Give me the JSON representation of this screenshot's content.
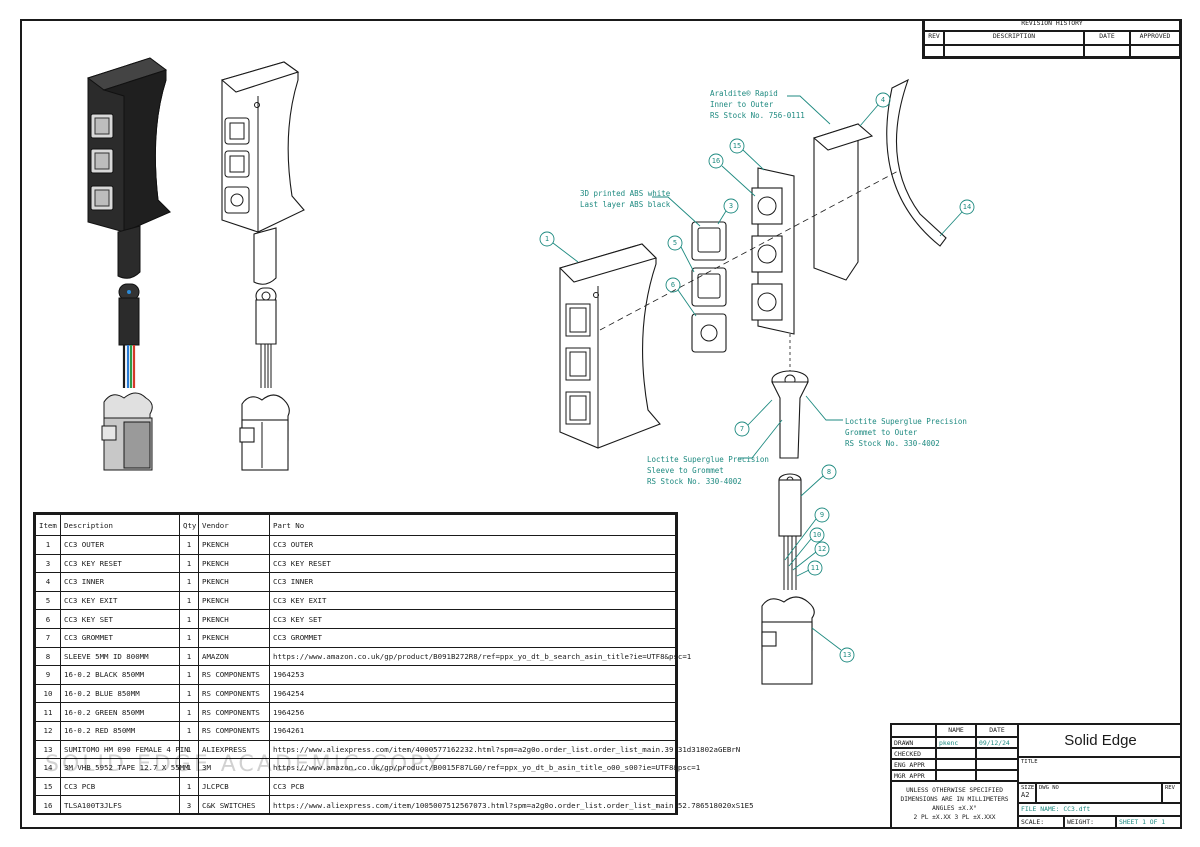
{
  "revision": {
    "title": "REVISION HISTORY",
    "headers": [
      "REV",
      "DESCRIPTION",
      "DATE",
      "APPROVED"
    ]
  },
  "notes": {
    "araldite": [
      "Araldite® Rapid",
      "Inner to Outer",
      "RS Stock No. 756-0111"
    ],
    "printed": [
      "3D printed ABS white",
      "Last layer ABS black"
    ],
    "loctite_grommet": [
      "Loctite Superglue Precision",
      "Grommet to Outer",
      "RS Stock No. 330-4002"
    ],
    "loctite_sleeve": [
      "Loctite Superglue Precision",
      "Sleeve to Grommet",
      "RS Stock No. 330-4002"
    ]
  },
  "callouts": [
    "1",
    "3",
    "4",
    "5",
    "6",
    "7",
    "8",
    "9",
    "10",
    "11",
    "12",
    "13",
    "14",
    "15",
    "16"
  ],
  "bom": {
    "headers": [
      "Item",
      "Description",
      "Qty",
      "Vendor",
      "Part No"
    ],
    "rows": [
      [
        "1",
        "CC3 OUTER",
        "1",
        "PKENCH",
        "CC3 OUTER"
      ],
      [
        "3",
        "CC3 KEY RESET",
        "1",
        "PKENCH",
        "CC3 KEY RESET"
      ],
      [
        "4",
        "CC3 INNER",
        "1",
        "PKENCH",
        "CC3 INNER"
      ],
      [
        "5",
        "CC3 KEY EXIT",
        "1",
        "PKENCH",
        "CC3 KEY EXIT"
      ],
      [
        "6",
        "CC3 KEY SET",
        "1",
        "PKENCH",
        "CC3 KEY SET"
      ],
      [
        "7",
        "CC3 GROMMET",
        "1",
        "PKENCH",
        "CC3 GROMMET"
      ],
      [
        "8",
        "SLEEVE 5MM ID 800MM",
        "1",
        "AMAZON",
        "https://www.amazon.co.uk/gp/product/B091B272R8/ref=ppx_yo_dt_b_search_asin_title?ie=UTF8&psc=1"
      ],
      [
        "9",
        "16-0.2 BLACK 850MM",
        "1",
        "RS COMPONENTS",
        "1964253"
      ],
      [
        "10",
        "16-0.2 BLUE 850MM",
        "1",
        "RS COMPONENTS",
        "1964254"
      ],
      [
        "11",
        "16-0.2 GREEN 850MM",
        "1",
        "RS COMPONENTS",
        "1964256"
      ],
      [
        "12",
        "16-0.2 RED 850MM",
        "1",
        "RS COMPONENTS",
        "1964261"
      ],
      [
        "13",
        "SUMITOMO HM 090 FEMALE 4 PIN",
        "1",
        "ALIEXPRESS",
        "https://www.aliexpress.com/item/4000577162232.html?spm=a2g0o.order_list.order_list_main.39.31d31802aGEBrN"
      ],
      [
        "14",
        "3M VHB 5952 TAPE 12.7 X 55MM",
        "1",
        "3M",
        "https://www.amazon.co.uk/gp/product/B0015F87LG0/ref=ppx_yo_dt_b_asin_title_o00_s00?ie=UTF8&psc=1"
      ],
      [
        "15",
        "CC3 PCB",
        "1",
        "JLCPCB",
        "CC3 PCB"
      ],
      [
        "16",
        "TLSA100T3JLFS",
        "3",
        "C&K SWITCHES",
        "https://www.aliexpress.com/item/1005007512567073.html?spm=a2g0o.order_list.order_list_main.52.786518020xS1E5"
      ]
    ]
  },
  "watermark": "SOLID EDGE ACADEMIC COPY",
  "titleblock": {
    "name_h": "NAME",
    "date_h": "DATE",
    "drawn_l": "DRAWN",
    "drawn_name": "pkenc",
    "drawn_date": "09/12/24",
    "checked_l": "CHECKED",
    "eng_l": "ENG APPR",
    "mgr_l": "MGR APPR",
    "brand": "Solid Edge",
    "title_l": "TITLE",
    "tol1": "UNLESS OTHERWISE SPECIFIED",
    "tol2": "DIMENSIONS ARE IN MILLIMETERS",
    "tol3": "ANGLES ±X.X°",
    "tol4": "2 PL ±X.XX 3 PL ±X.XXX",
    "size_l": "SIZE",
    "size_v": "A2",
    "dwg_l": "DWG NO",
    "rev_l": "REV",
    "file": "FILE NAME: CC3.dft",
    "scale_l": "SCALE:",
    "weight_l": "WEIGHT:",
    "sheet": "SHEET 1 OF 1"
  }
}
